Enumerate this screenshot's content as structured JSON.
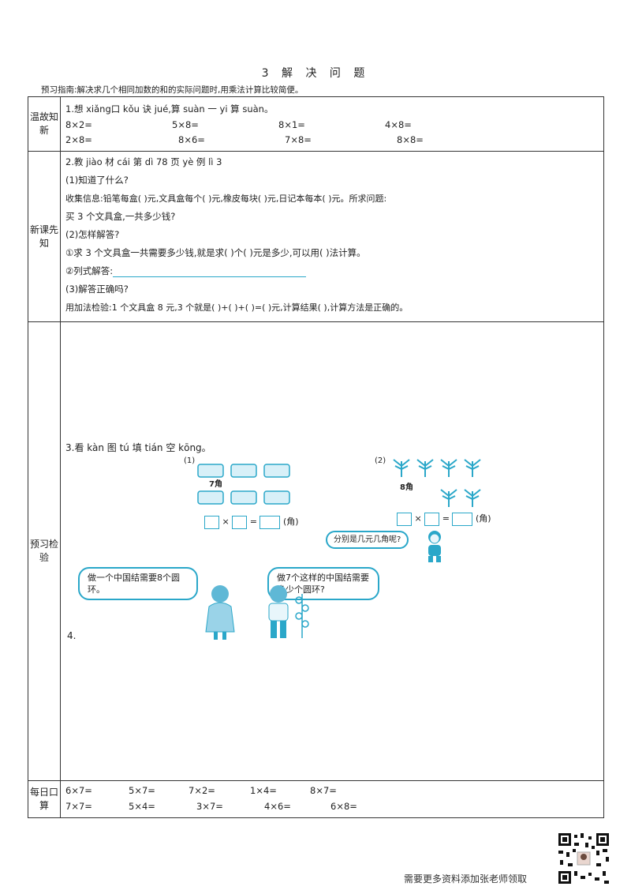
{
  "title": "3  解 决 问 题",
  "guide": "预习指南:解决求几个相同加数的和的实际问题时,用乘法计算比较简便。",
  "section1": {
    "label": "温故知新",
    "heading": "1.想 xiǎng口 kǒu 诀 jué,算 suàn 一 yi 算 suàn。",
    "row1": [
      "8×2=",
      "5×8=",
      "8×1=",
      "4×8="
    ],
    "row2": [
      "2×8=",
      "8×6=",
      "7×8=",
      "8×8="
    ]
  },
  "section2": {
    "label": "新课先知",
    "lines": [
      "2.教 jiào 材 cái 第 dì 78 页 yè 例 lì 3",
      "(1)知道了什么?",
      "收集信息:铅笔每盒(    )元,文具盒每个(      )元,橡皮每块(      )元,日记本每本(     )元。所求问题:",
      "买 3 个文具盒,一共多少钱?",
      "(2)怎样解答?",
      "①求 3 个文具盒一共需要多少钱,就是求(      )个(      )元是多少,可以用(     )法计算。",
      "(3)解答正确吗?",
      "用加法检验:1 个文具盒 8 元,3 个就是(    )+(    )+(    )=(    )元,计算结果(    ),计算方法是正确的。"
    ],
    "answer_label": "②列式解答:"
  },
  "section3": {
    "label": "预习检验",
    "q3": "3.看 kàn 图 tú 填 tián 空 kōng。",
    "p1_label": "(1)",
    "p1_price": "7角",
    "p2_label": "(2)",
    "p2_price": "8角",
    "unit": "(角)",
    "times": "×",
    "equals": "=",
    "bubble_question": "分别是几元几角呢?",
    "bubble_girl": "做一个中国结需要8个圆环。",
    "bubble_boy": "做7个这样的中国结需要多少个圆环?",
    "q4": "4."
  },
  "section4": {
    "label": "每日口算",
    "row1": [
      "6×7=",
      "5×7=",
      "7×2=",
      "1×4=",
      "8×7="
    ],
    "row2": [
      "7×7=",
      "5×4=",
      "3×7=",
      "4×6=",
      "6×8="
    ]
  },
  "footer": "需要更多资料添加张老师领取",
  "colors": {
    "accent": "#2aa7c9",
    "border": "#333333"
  }
}
